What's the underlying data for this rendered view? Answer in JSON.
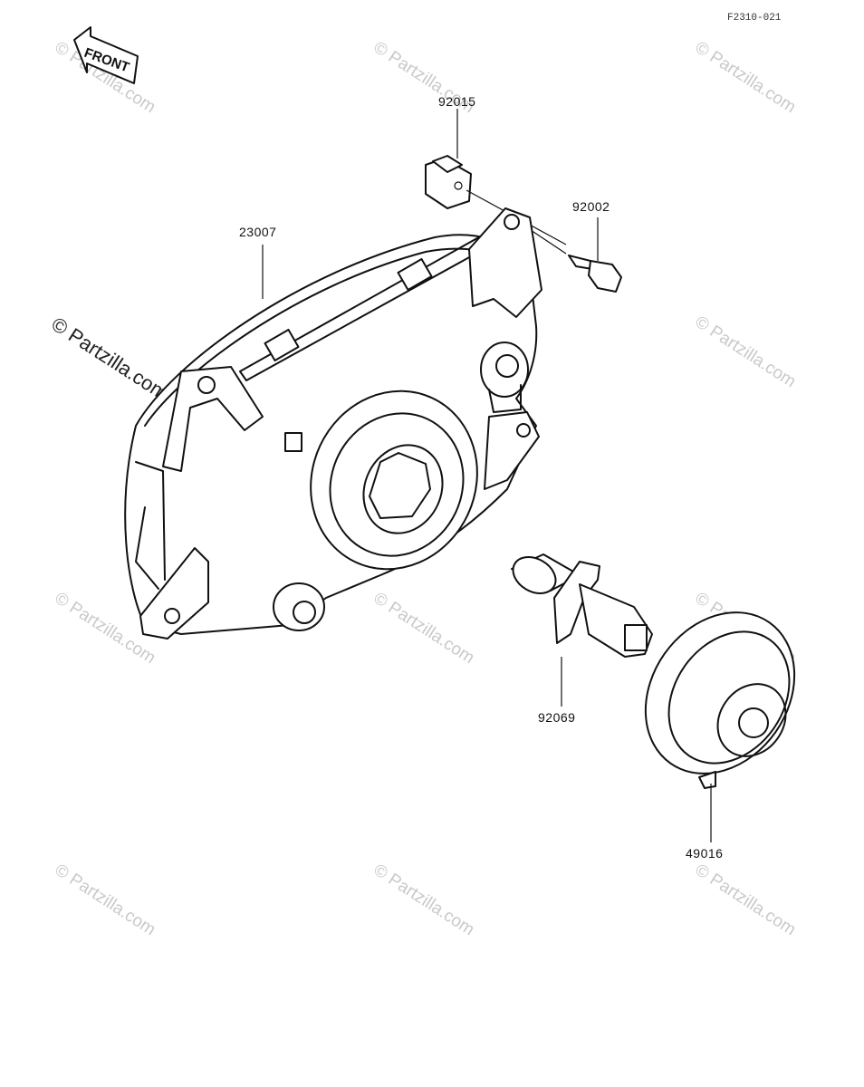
{
  "ref_code": "F2310-021",
  "front_arrow": {
    "label": "FRONT"
  },
  "watermark": {
    "text": "© Partzilla.com"
  },
  "parts": {
    "bracket_nut": "92015",
    "bolt": "92002",
    "headlight_unit": "23007",
    "bulb": "92069",
    "dust_cap": "49016"
  }
}
